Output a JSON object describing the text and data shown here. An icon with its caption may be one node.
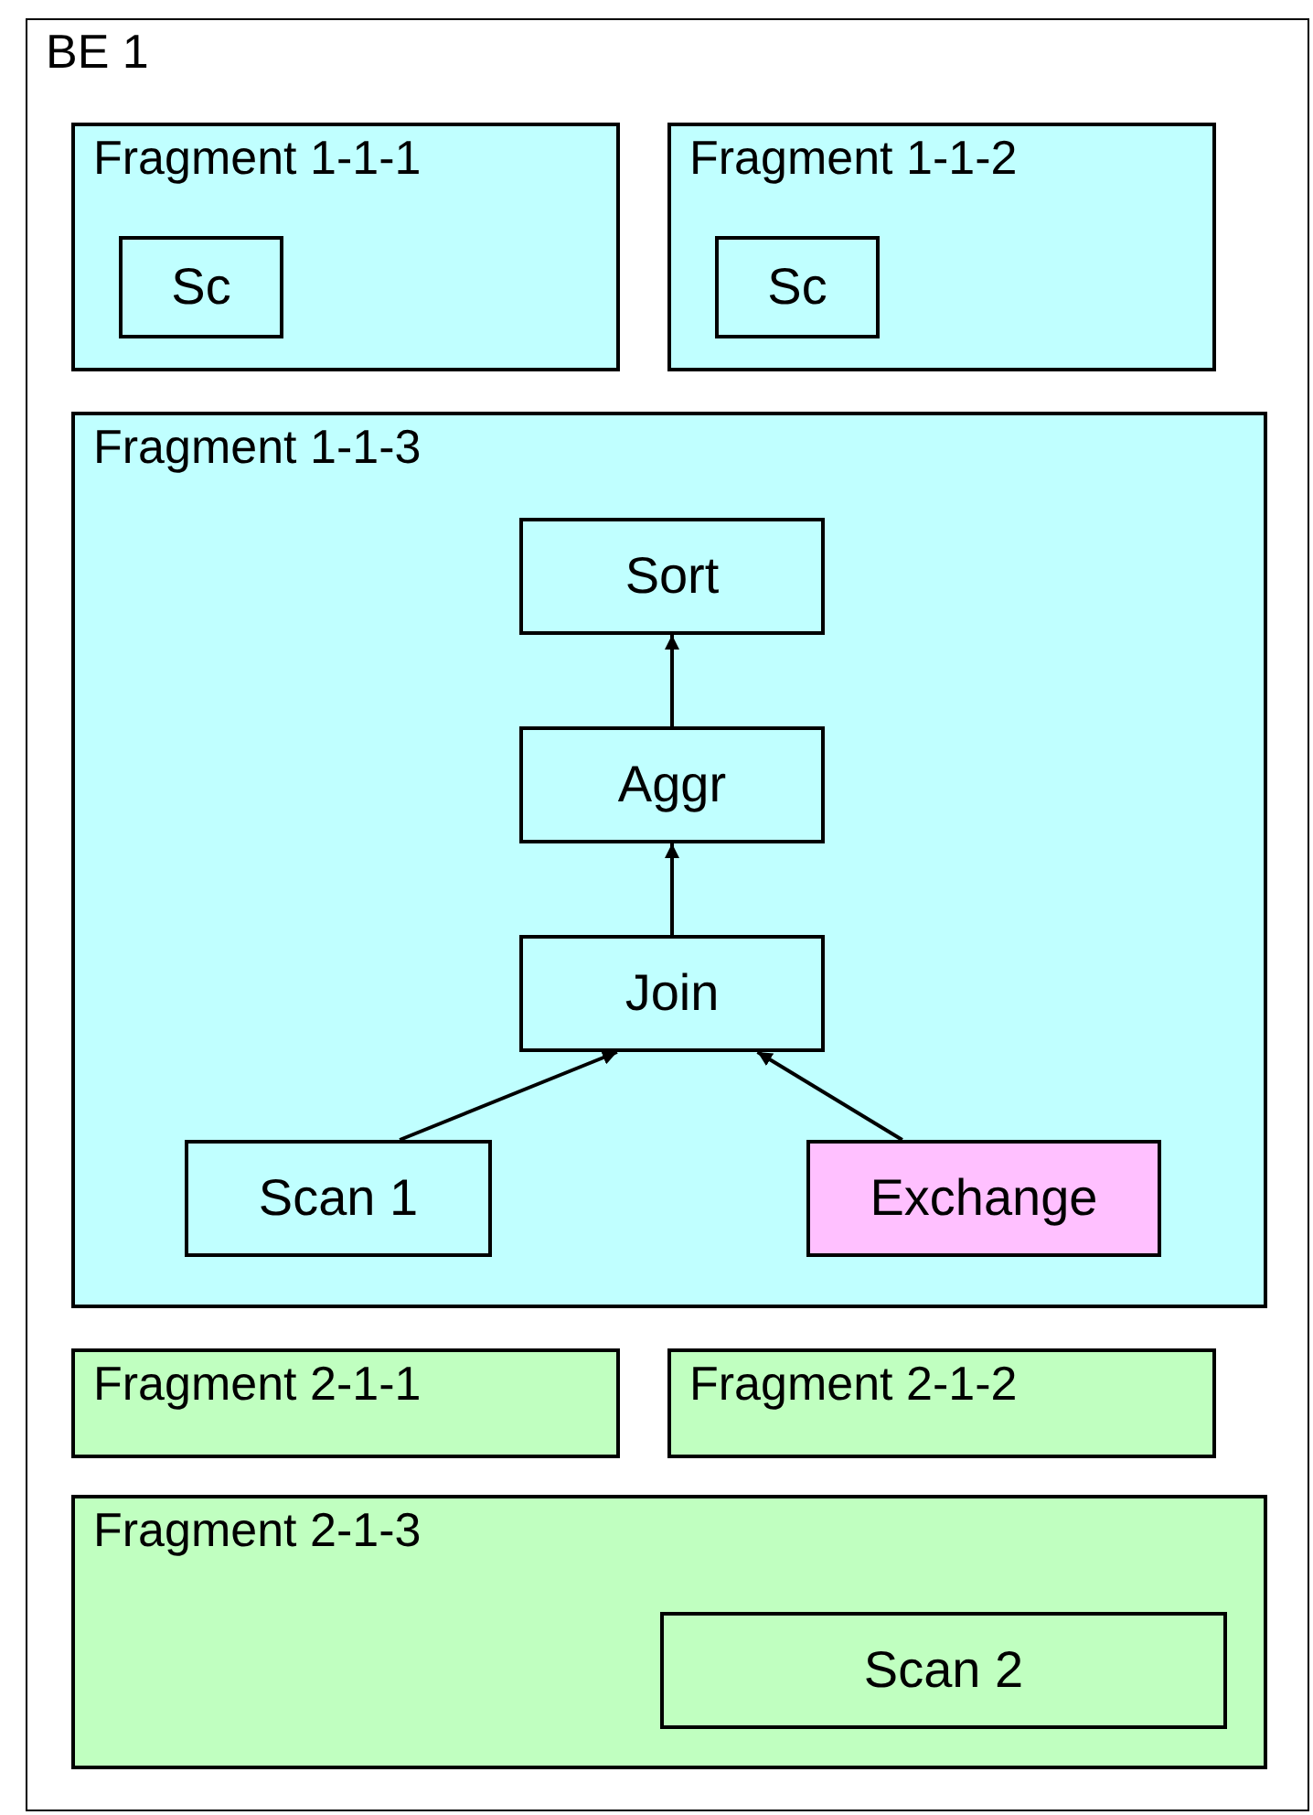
{
  "diagram": {
    "nodes": [
      {
        "text": [
          "BE 1"
        ]
      },
      {
        "text": [
          "Fragment 1-1-1"
        ],
        "in": 0
      },
      {
        "text": [
          "Sc"
        ],
        "in": 1
      },
      {
        "text": [
          "Fragment 1-1-2"
        ],
        "in": 0
      },
      {
        "text": [
          "Sc"
        ],
        "in": 3
      },
      {
        "text": [
          "Fragment 1-1-3"
        ],
        "in": 0
      },
      {
        "text": [
          "Sort"
        ],
        "in": 5
      },
      {
        "text": [
          "Aggr"
        ],
        "in": 5
      },
      {
        "text": [
          "Join"
        ],
        "in": 5
      },
      {
        "text": [
          "Scan 1"
        ],
        "in": 5
      },
      {
        "text": [
          "Exchange"
        ],
        "in": 5
      },
      {
        "text": [
          "Fragment 2-1-1"
        ],
        "in": 0
      },
      {
        "text": [
          "Fragment 2-1-2"
        ],
        "in": 0
      },
      {
        "text": [
          "Fragment 2-1-3"
        ],
        "in": 0
      },
      {
        "text": [
          "Scan 2"
        ],
        "in": 13
      }
    ],
    "edges": [
      {
        "from": 7,
        "to": 6,
        "arrow": "to"
      },
      {
        "from": 8,
        "to": 7,
        "arrow": "to"
      },
      {
        "from": 9,
        "to": 8,
        "arrow": "to"
      },
      {
        "from": 10,
        "to": 8,
        "arrow": "to"
      }
    ]
  }
}
